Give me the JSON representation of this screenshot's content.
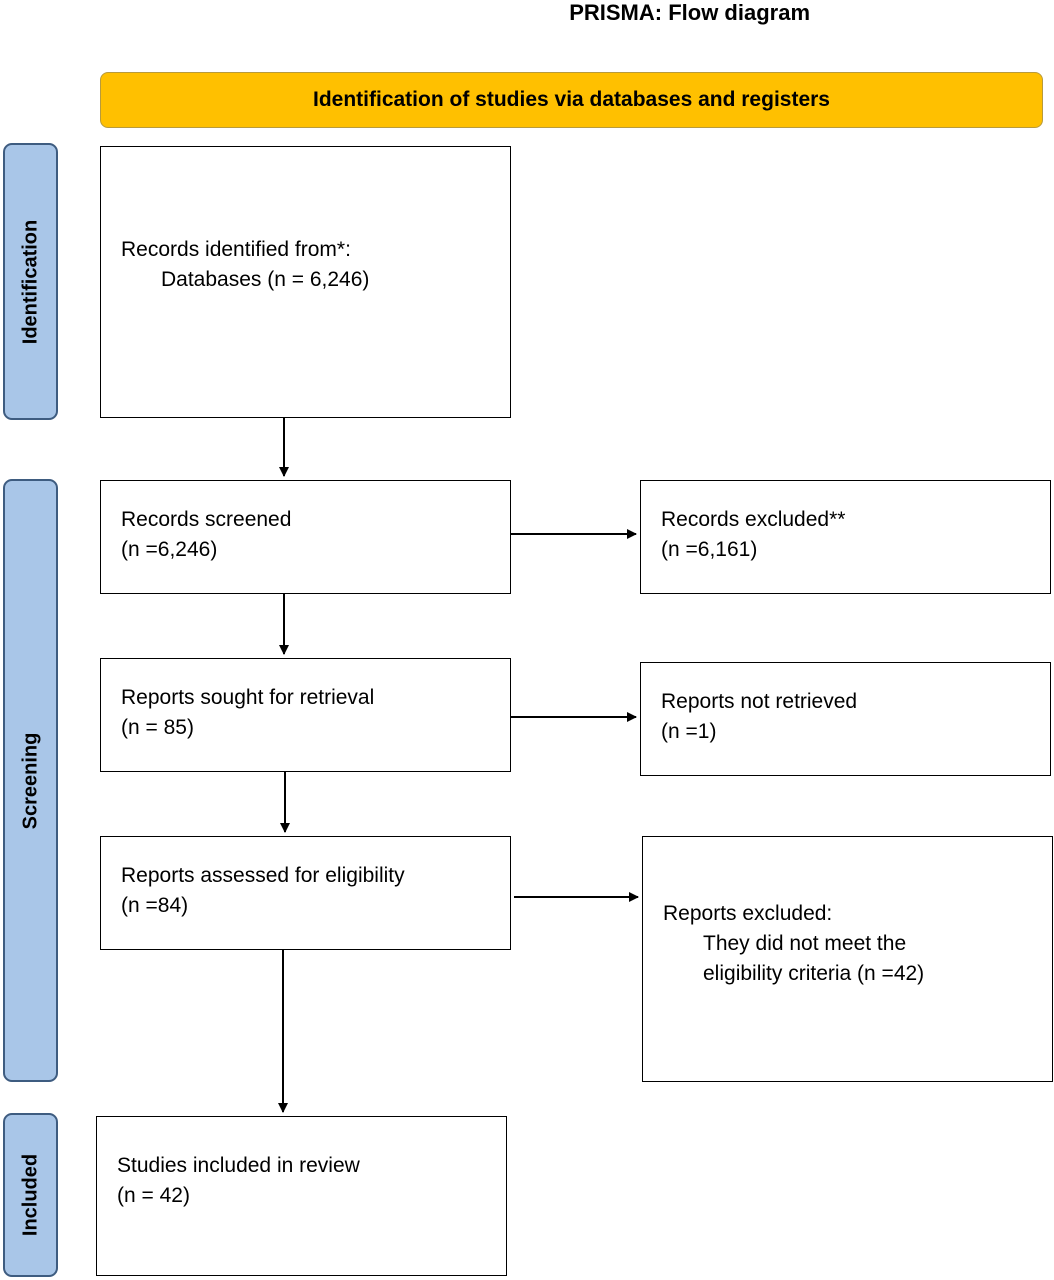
{
  "title": "PRISMA: Flow diagram",
  "banner": "Identification of studies via databases and registers",
  "phases": {
    "identification": "Identification",
    "screening": "Screening",
    "included": "Included"
  },
  "boxes": {
    "records_identified": {
      "line1": "Records identified from*:",
      "line2": "Databases (n = 6,246)"
    },
    "records_screened": {
      "line1": "Records screened",
      "line2": "(n =6,246)"
    },
    "records_excluded": {
      "line1": "Records excluded**",
      "line2": "(n =6,161)"
    },
    "reports_sought": {
      "line1": "Reports sought for retrieval",
      "line2": "(n = 85)"
    },
    "reports_not_retrieved": {
      "line1": "Reports not retrieved",
      "line2": "(n =1)"
    },
    "reports_assessed": {
      "line1": "Reports assessed for eligibility",
      "line2": "(n =84)"
    },
    "reports_excluded": {
      "line1": "Reports excluded:",
      "line2": "They did not meet the",
      "line3": "eligibility criteria (n =42)"
    },
    "studies_included": {
      "line1": "Studies included in review",
      "line2": "(n = 42)"
    }
  }
}
